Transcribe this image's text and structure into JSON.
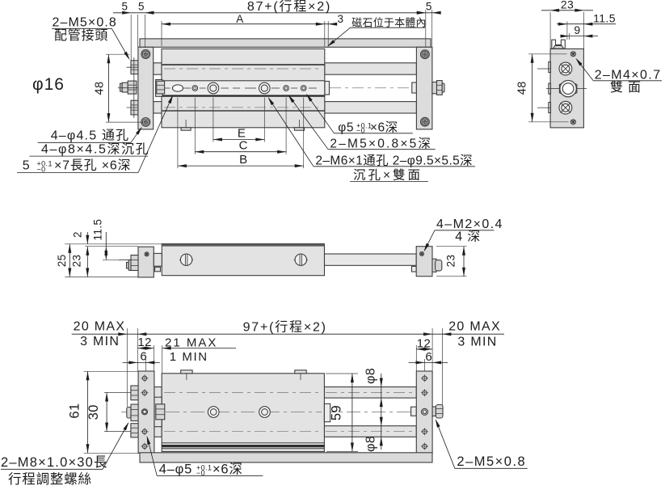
{
  "drawing": {
    "top_view": {
      "dims": {
        "offset_port": "5",
        "offset_hole": "5",
        "overall_length": "87+(行程×2)",
        "offset_right": "5",
        "body_length": "A",
        "magnet_offset": "3",
        "port_span": "48",
        "pitch_e": "E",
        "pitch_c": "C",
        "pitch_b": "B"
      },
      "labels": {
        "magnet": "磁石位于本體內",
        "bore": "φ16",
        "pipe_fitting_1": "2–M5×0.8",
        "pipe_fitting_2": "配管接頭",
        "through_holes": "4–φ4.5 通孔",
        "counterbores": "4–φ8×4.5深沉孔",
        "slot_pre": "5",
        "slot_tol_plus": "+0.1",
        "slot_tol_minus": "−0",
        "slot_post": "×7長孔 ×6深",
        "phi5_pre": "φ5",
        "phi5_tol_plus": "+0.1",
        "phi5_tol_minus": "−0",
        "phi5_post": "×6深",
        "m5_thread": "2–M5×0.8×5深",
        "m6_through": "2–M6×1通孔 2–φ9.5×5.5深",
        "m6_through2": "沉孔×雙面"
      }
    },
    "side_view": {
      "dims": {
        "width": "23",
        "center_offset": "11.5",
        "screw_offset": "9",
        "screw_span": "48"
      },
      "labels": {
        "m4_1": "2–M4×0.7",
        "m4_2": "雙 面"
      }
    },
    "front_view": {
      "dims": {
        "height_total": "25",
        "step": "2",
        "height_block": "23",
        "axis_offset": "11.5",
        "height_right": "23"
      },
      "labels": {
        "m2_1": "4–M2×0.4",
        "m2_2": "4 深"
      }
    },
    "bottom_view": {
      "dims": {
        "adjust_max_left": "20 MAX",
        "adjust_min_left": "3 MIN",
        "overall_length": "97+(行程×2)",
        "adjust_max_right": "20 MAX",
        "adjust_min_right": "3 MIN",
        "plate_width_left": "12",
        "gap_max": "21 MAX",
        "gap_min": "1 MIN",
        "hole_offset_left": "6",
        "plate_width_right": "12",
        "hole_offset_right": "6",
        "plate_height": "61",
        "port_pitch": "30",
        "body_width": "59",
        "rod_dia_top": "φ8",
        "rod_dia_bottom": "φ8"
      },
      "labels": {
        "adjuster_1": "2–M8×1.0×30長",
        "adjuster_2": "行程調整螺絲",
        "dowel_pre": "4–φ5",
        "dowel_tol_plus": "+0.1",
        "dowel_tol_minus": "−0",
        "dowel_post": "×6深",
        "rod_thread": "2–M5×0.8"
      }
    }
  },
  "colors": {
    "background": "#ffffff",
    "line": "#3c3c3c",
    "fill_light": "#e3e3e3",
    "fill_plate": "#dcdcdc",
    "text": "#1c1c1c"
  }
}
